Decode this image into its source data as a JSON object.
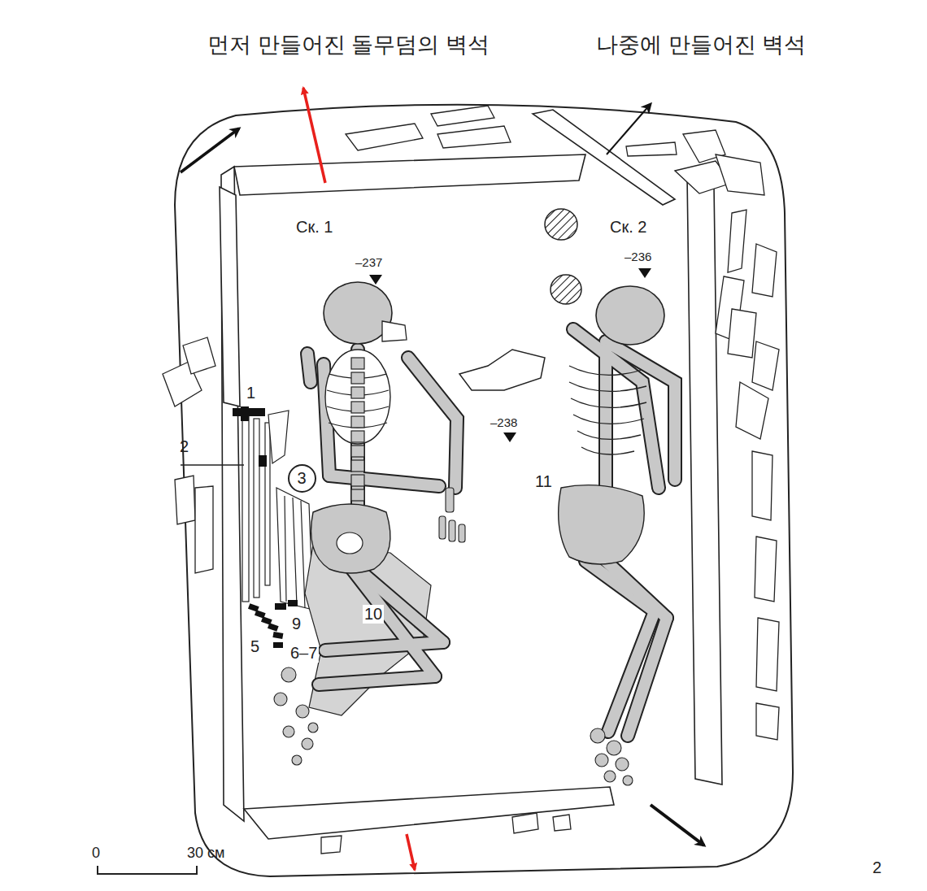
{
  "diagram": {
    "nodes": [
      {
        "text": [
          "3"
        ]
      }
    ],
    "labels": [
      "먼저 만들어진 돌무덤의 벽석",
      "나중에 만들어진 벽석",
      "Ск. 1",
      "Ск. 2",
      "–237",
      "–236",
      "1",
      "–238",
      "2",
      "11",
      "10",
      "9",
      "5",
      "6–7",
      "0",
      "30 см",
      "2"
    ]
  }
}
